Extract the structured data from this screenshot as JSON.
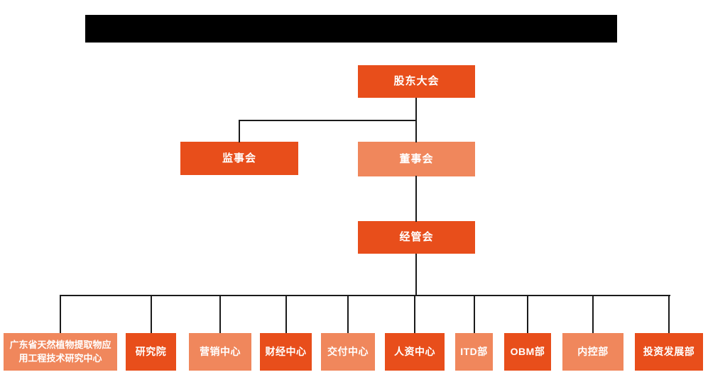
{
  "colors": {
    "primary": "#E84E1B",
    "secondary": "#F0875C",
    "connector": "#1A1A1A",
    "redaction": "#000000",
    "background": "#FFFFFF",
    "text": "#FFFFFF"
  },
  "org_chart": {
    "nodes": {
      "shareholders": {
        "label": "股东大会",
        "variant": "primary"
      },
      "supervisory": {
        "label": "监事会",
        "variant": "primary"
      },
      "board": {
        "label": "董事会",
        "variant": "secondary"
      },
      "management": {
        "label": "经管会",
        "variant": "primary"
      }
    },
    "departments": [
      {
        "label": "广东省天然植物提取物应用工程技术研究中心",
        "variant": "secondary"
      },
      {
        "label": "研究院",
        "variant": "primary"
      },
      {
        "label": "营销中心",
        "variant": "secondary"
      },
      {
        "label": "财经中心",
        "variant": "primary"
      },
      {
        "label": "交付中心",
        "variant": "secondary"
      },
      {
        "label": "人资中心",
        "variant": "primary"
      },
      {
        "label": "ITD部",
        "variant": "secondary"
      },
      {
        "label": "OBM部",
        "variant": "primary"
      },
      {
        "label": "内控部",
        "variant": "secondary"
      },
      {
        "label": "投资发展部",
        "variant": "primary"
      }
    ]
  }
}
